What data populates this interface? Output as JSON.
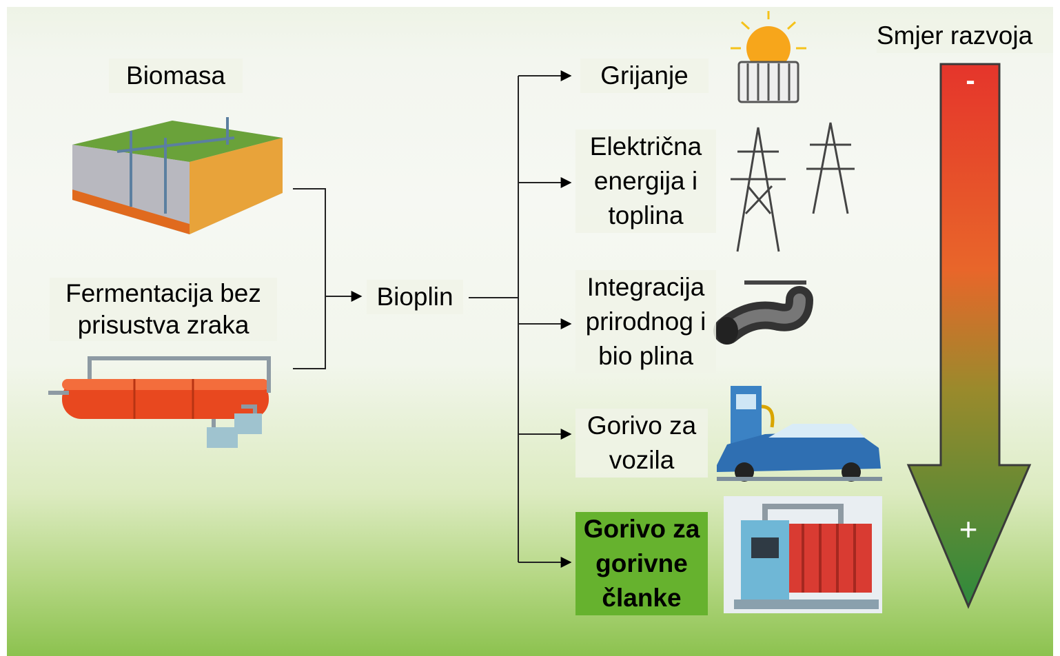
{
  "source": {
    "title": "Biomasa",
    "process_lines": [
      "Fermentacija bez",
      "prisustva zraka"
    ]
  },
  "product": "Bioplin",
  "uses": [
    {
      "lines": [
        "Grijanje"
      ]
    },
    {
      "lines": [
        "Električna",
        "energija i",
        "toplina"
      ]
    },
    {
      "lines": [
        "Integracija",
        "prirodnog i",
        "bio plina"
      ]
    },
    {
      "lines": [
        "Gorivo za",
        "vozila"
      ]
    },
    {
      "lines": [
        "Gorivo za",
        "gorivne",
        "članke"
      ]
    }
  ],
  "direction": {
    "title": "Smjer razvoja",
    "top_symbol": "-",
    "bottom_symbol": "+"
  },
  "icons": [
    "landfill-icon",
    "digester-tanks-icon",
    "sun-radiator-icon",
    "power-pylon-icon",
    "pipeline-icon",
    "car-fuel-pump-icon",
    "fuel-cell-engine-icon"
  ],
  "colors": {
    "arrow_top": "#e5352b",
    "arrow_bottom": "#2e8a3c",
    "highlight_box": "#66b22e"
  }
}
